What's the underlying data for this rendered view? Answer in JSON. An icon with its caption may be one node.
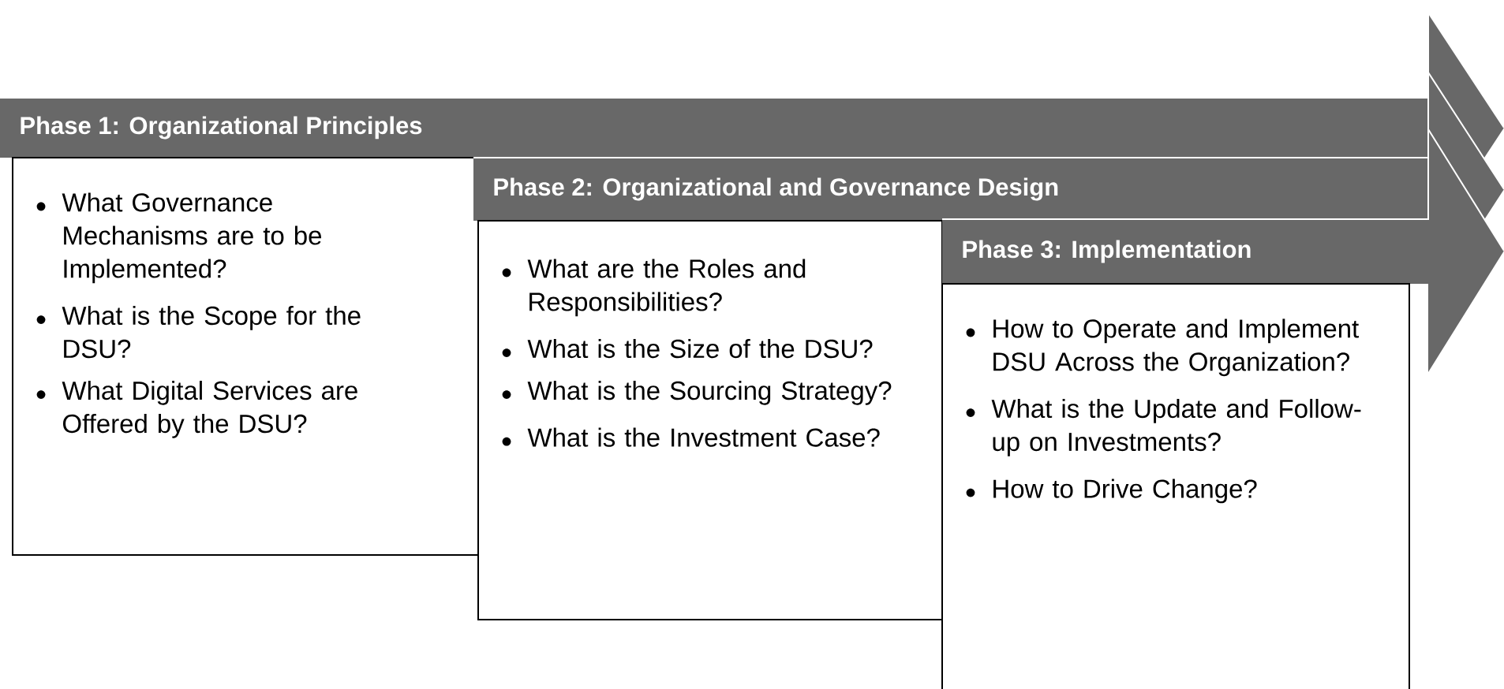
{
  "diagram": {
    "nodes": [
      {
        "text": [
          "Phase 1: Organizational Principles"
        ]
      },
      {
        "text": [
          "What Governance Mechanisms are to be Implemented?",
          "What is the Scope for the DSU?",
          "What Digital Services are Offered by the DSU?"
        ]
      },
      {
        "text": [
          "Phase 2: Organizational and Governance Design"
        ]
      },
      {
        "text": [
          "What are the Roles and Responsibilities?",
          "What is the Size of the DSU?",
          "What is the Sourcing Strategy?",
          "What is the Investment Case?"
        ]
      },
      {
        "text": [
          "Phase 3: Implementation"
        ]
      },
      {
        "text": [
          "How to Operate and Implement DSU Across the Organization?",
          "What is the Update and Follow-up on Investments?",
          "How to Drive Change?"
        ]
      }
    ]
  }
}
